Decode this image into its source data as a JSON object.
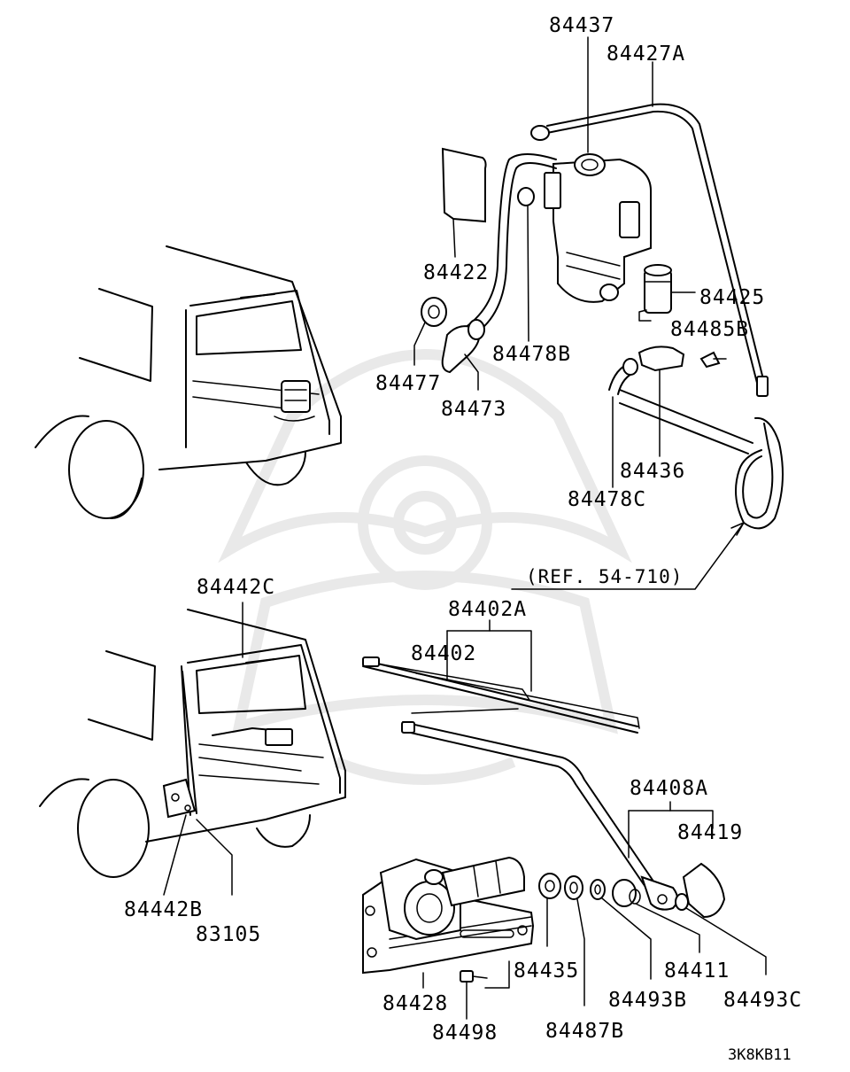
{
  "diagram": {
    "labels": {
      "p84437": "84437",
      "p84427A": "84427A",
      "p84422": "84422",
      "p84425": "84425",
      "p84485B": "84485B",
      "p84477": "84477",
      "p84478B": "84478B",
      "p84473": "84473",
      "p84436": "84436",
      "p84478C": "84478C",
      "ref": "(REF. 54-710)",
      "p84442C": "84442C",
      "p84402A": "84402A",
      "p84402": "84402",
      "p84408A": "84408A",
      "p84419": "84419",
      "p84442B": "84442B",
      "p83105": "83105",
      "p84435": "84435",
      "p84411": "84411",
      "p84428": "84428",
      "p84493B": "84493B",
      "p84493C": "84493C",
      "p84498": "84498",
      "p84487B": "84487B",
      "code": "3K8KB11"
    }
  }
}
